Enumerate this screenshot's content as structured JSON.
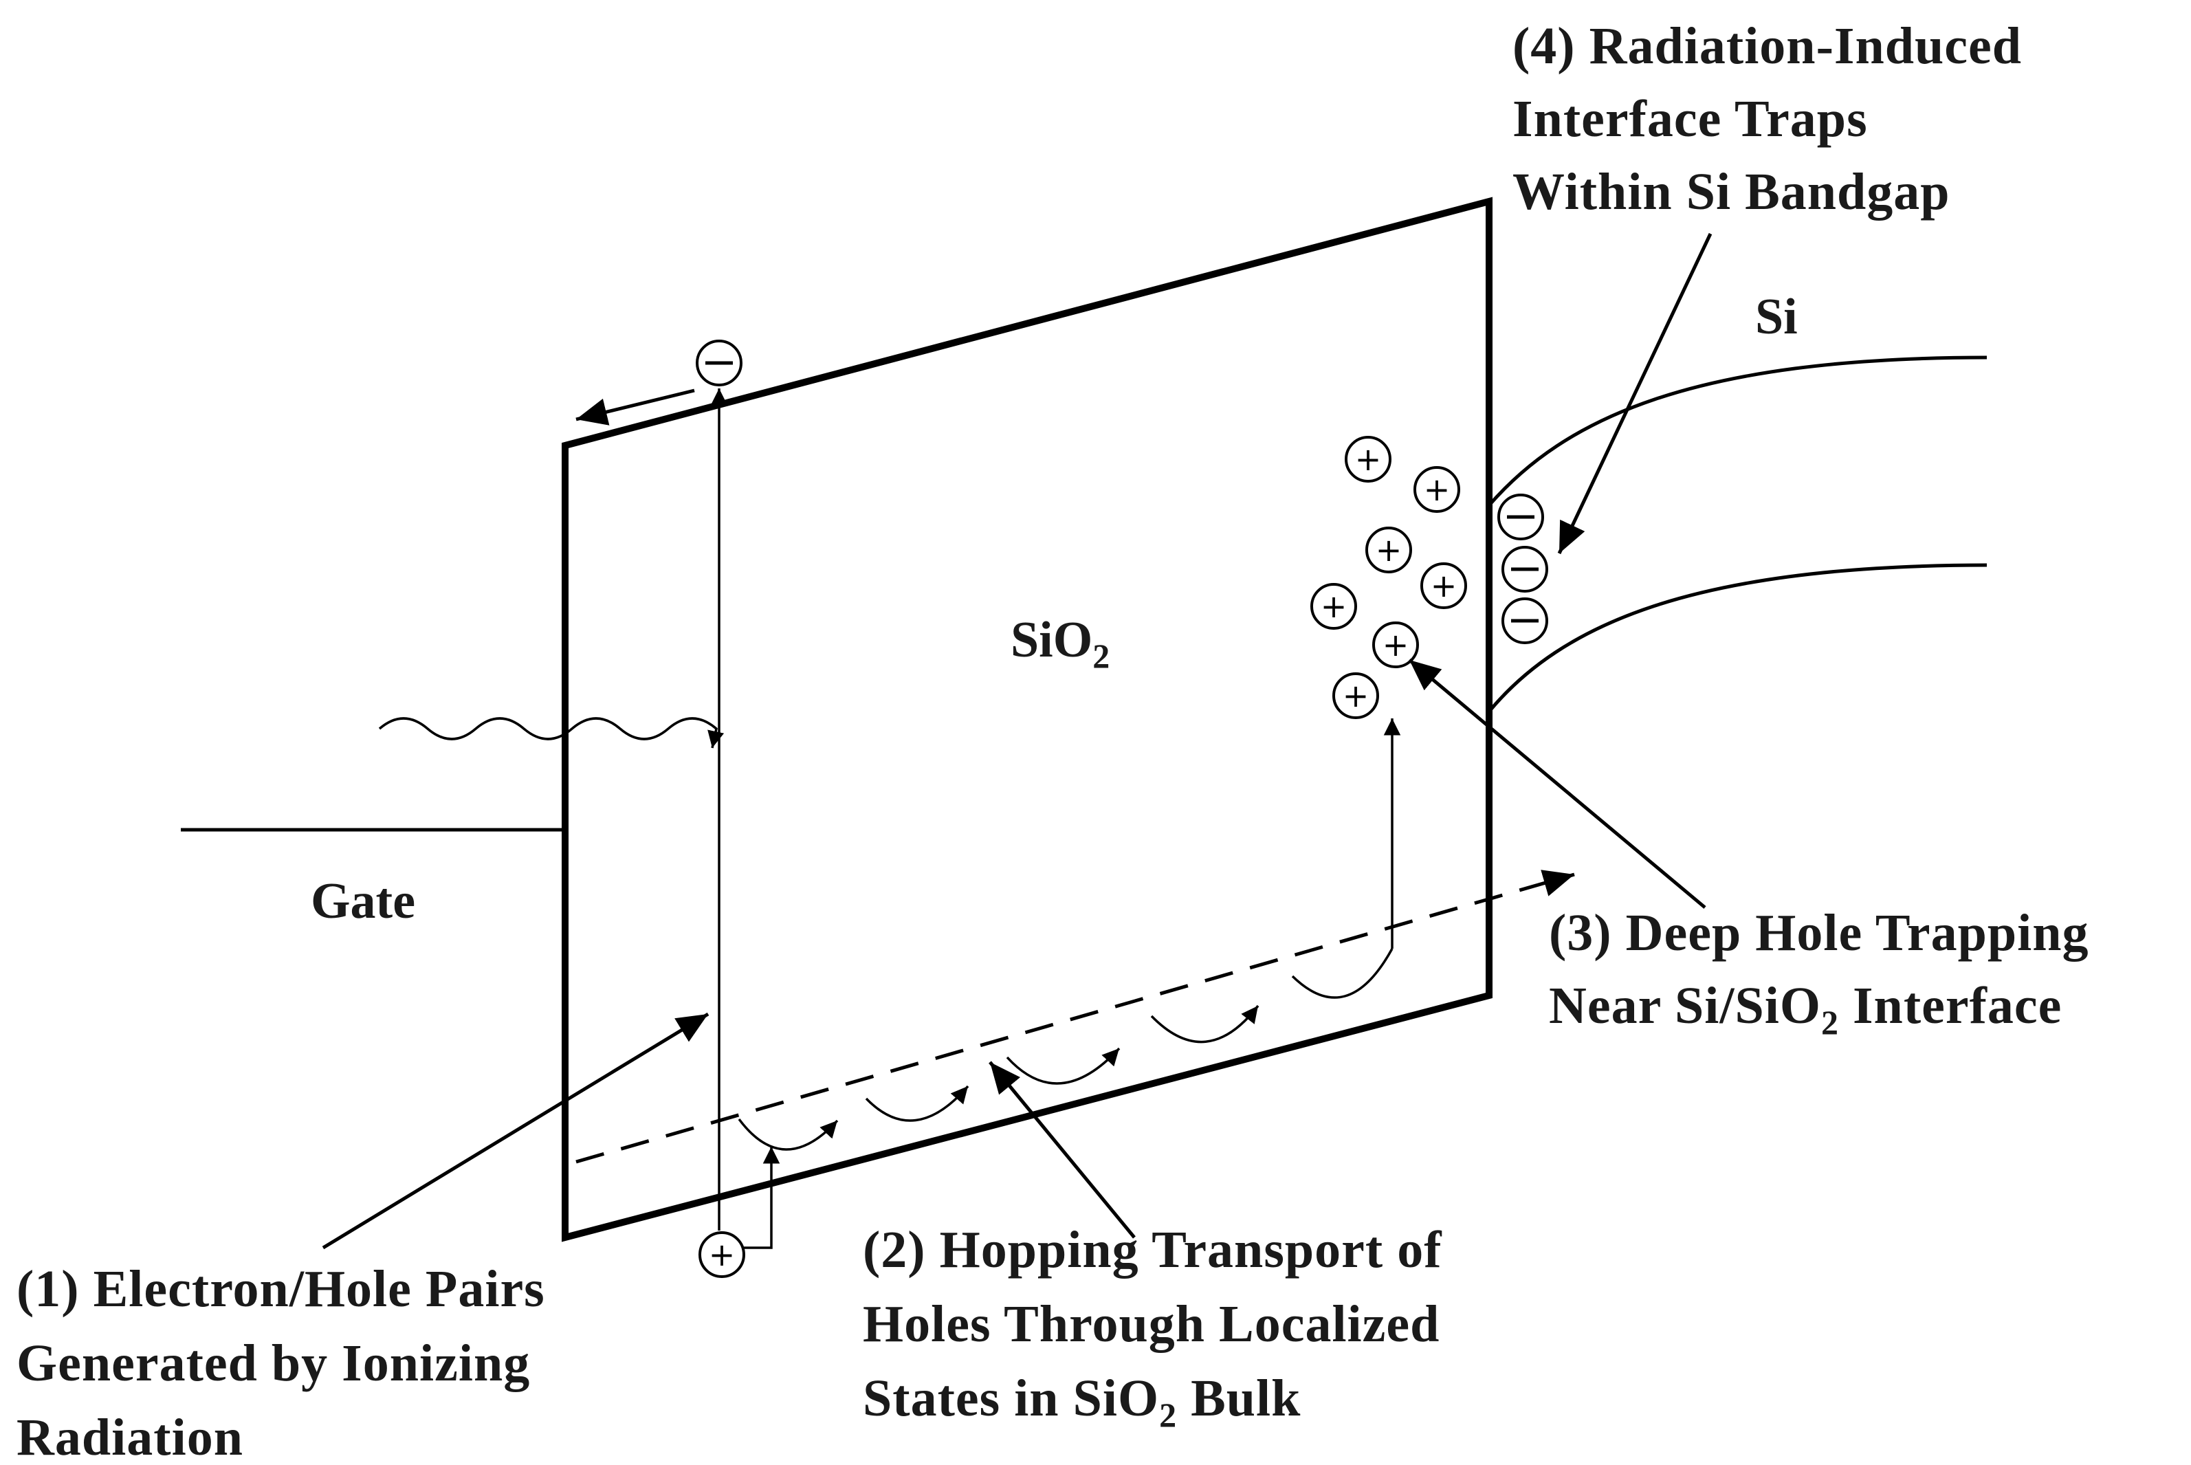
{
  "labels": {
    "gate": "Gate",
    "oxide_main": "SiO",
    "oxide_sub": "2",
    "silicon": "Si"
  },
  "annotations": {
    "a1": [
      "(1) Electron/Hole Pairs",
      "Generated by Ionizing",
      "Radiation"
    ],
    "a2": {
      "line1": "(2) Hopping Transport of",
      "line2": "Holes Through Localized",
      "line3_before": "States in SiO",
      "line3_sub": "2",
      "line3_after": " Bulk"
    },
    "a3": {
      "line1": "(3) Deep Hole Trapping",
      "line2_before": "Near Si/SiO",
      "line2_sub": "2",
      "line2_after": " Interface"
    },
    "a4": [
      "(4) Radiation-Induced",
      "Interface Traps",
      "Within Si Bandgap"
    ]
  },
  "symbols": {
    "plus": "+",
    "minus": "−"
  }
}
